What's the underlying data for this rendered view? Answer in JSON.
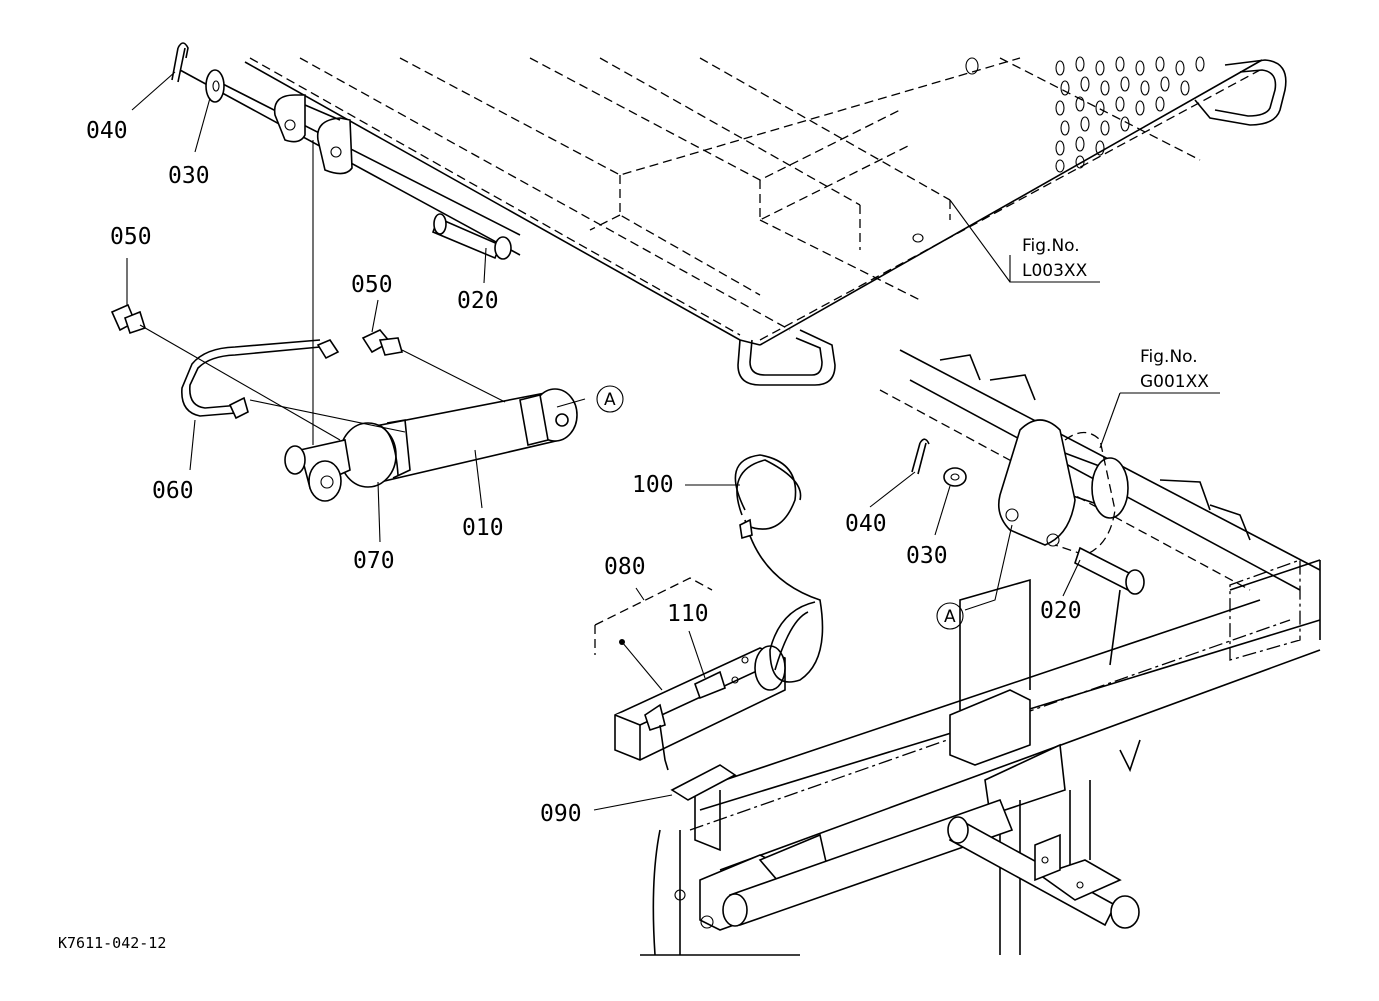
{
  "callouts": {
    "c040_top": "040",
    "c030_top": "030",
    "c020_top": "020",
    "c050_left": "050",
    "c050_mid": "050",
    "c060": "060",
    "c070": "070",
    "c010": "010",
    "c100": "100",
    "c080": "080",
    "c110": "110",
    "c090": "090",
    "c040_right": "040",
    "c030_right": "030",
    "c020_right": "020"
  },
  "reference_marks": {
    "a_top": "A",
    "a_bottom": "A"
  },
  "figure_refs": {
    "fig_label_1": "Fig.No.",
    "fig_code_1": "L003XX",
    "fig_label_2": "Fig.No.",
    "fig_code_2": "G001XX"
  },
  "drawing_code": "K7611-042-12"
}
